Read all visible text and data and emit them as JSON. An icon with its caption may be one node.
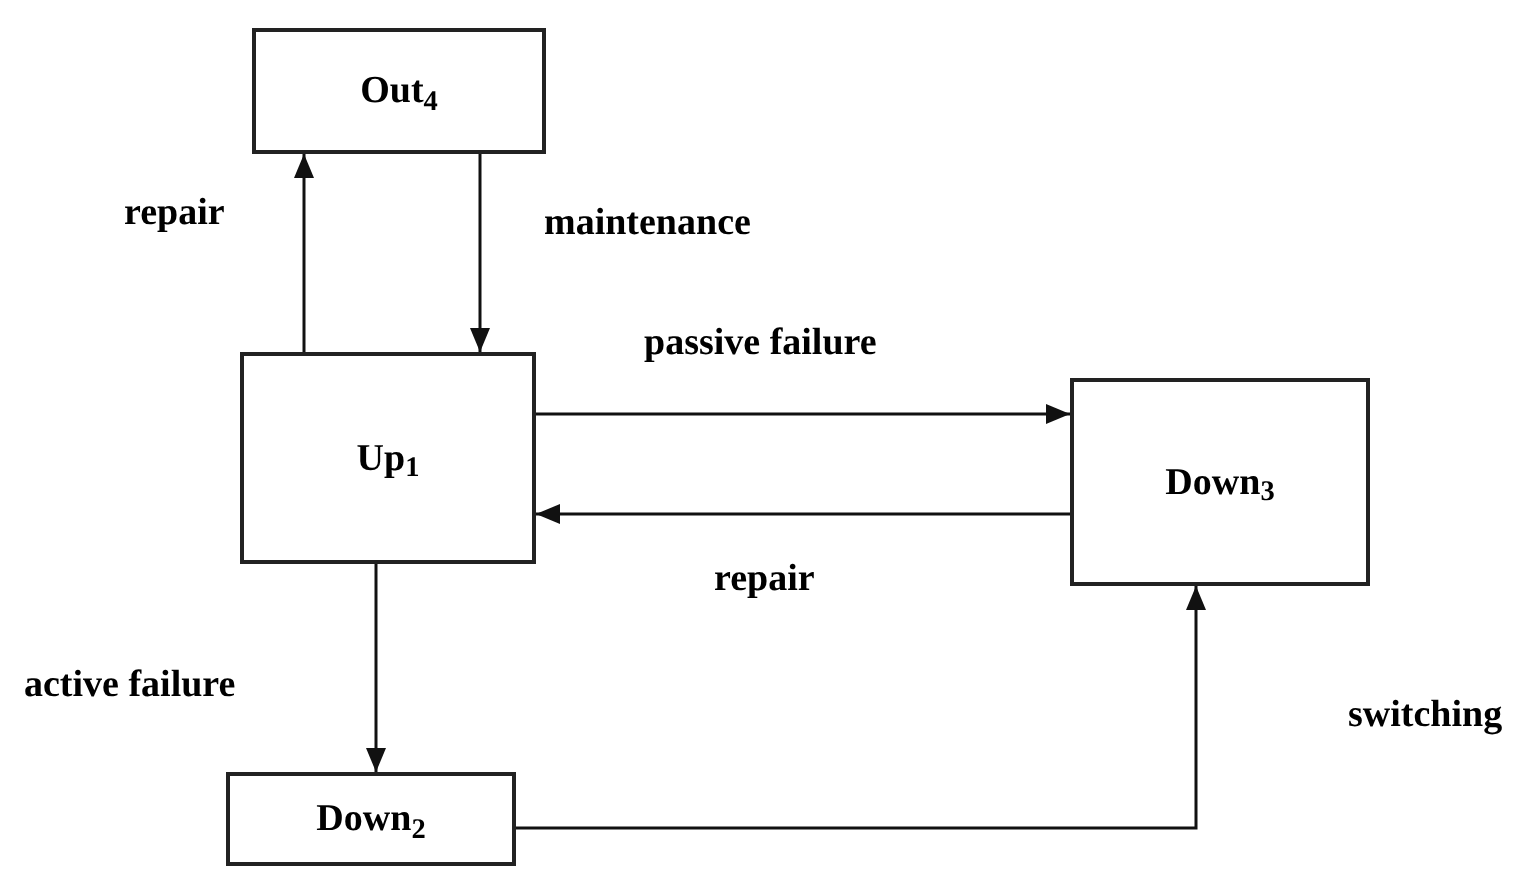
{
  "diagram": {
    "nodes": [
      {
        "text": [
          "Out$_{4}$"
        ]
      },
      {
        "text": [
          "Up$_{1}$"
        ]
      },
      {
        "text": [
          "Down$_{3}$"
        ]
      },
      {
        "text": [
          "Down$_{2}$"
        ]
      }
    ],
    "edges": [
      {
        "from": 1,
        "to": 0,
        "arrow": "to",
        "label": "repair"
      },
      {
        "from": 0,
        "to": 1,
        "arrow": "to",
        "label": "maintenance"
      },
      {
        "from": 1,
        "to": 2,
        "arrow": "to",
        "label": "passive failure"
      },
      {
        "from": 2,
        "to": 1,
        "arrow": "to",
        "label": "repair"
      },
      {
        "from": 1,
        "to": 3,
        "arrow": "to",
        "label": "active failure"
      },
      {
        "from": 3,
        "to": 2,
        "arrow": "to",
        "label": "switching"
      }
    ]
  }
}
